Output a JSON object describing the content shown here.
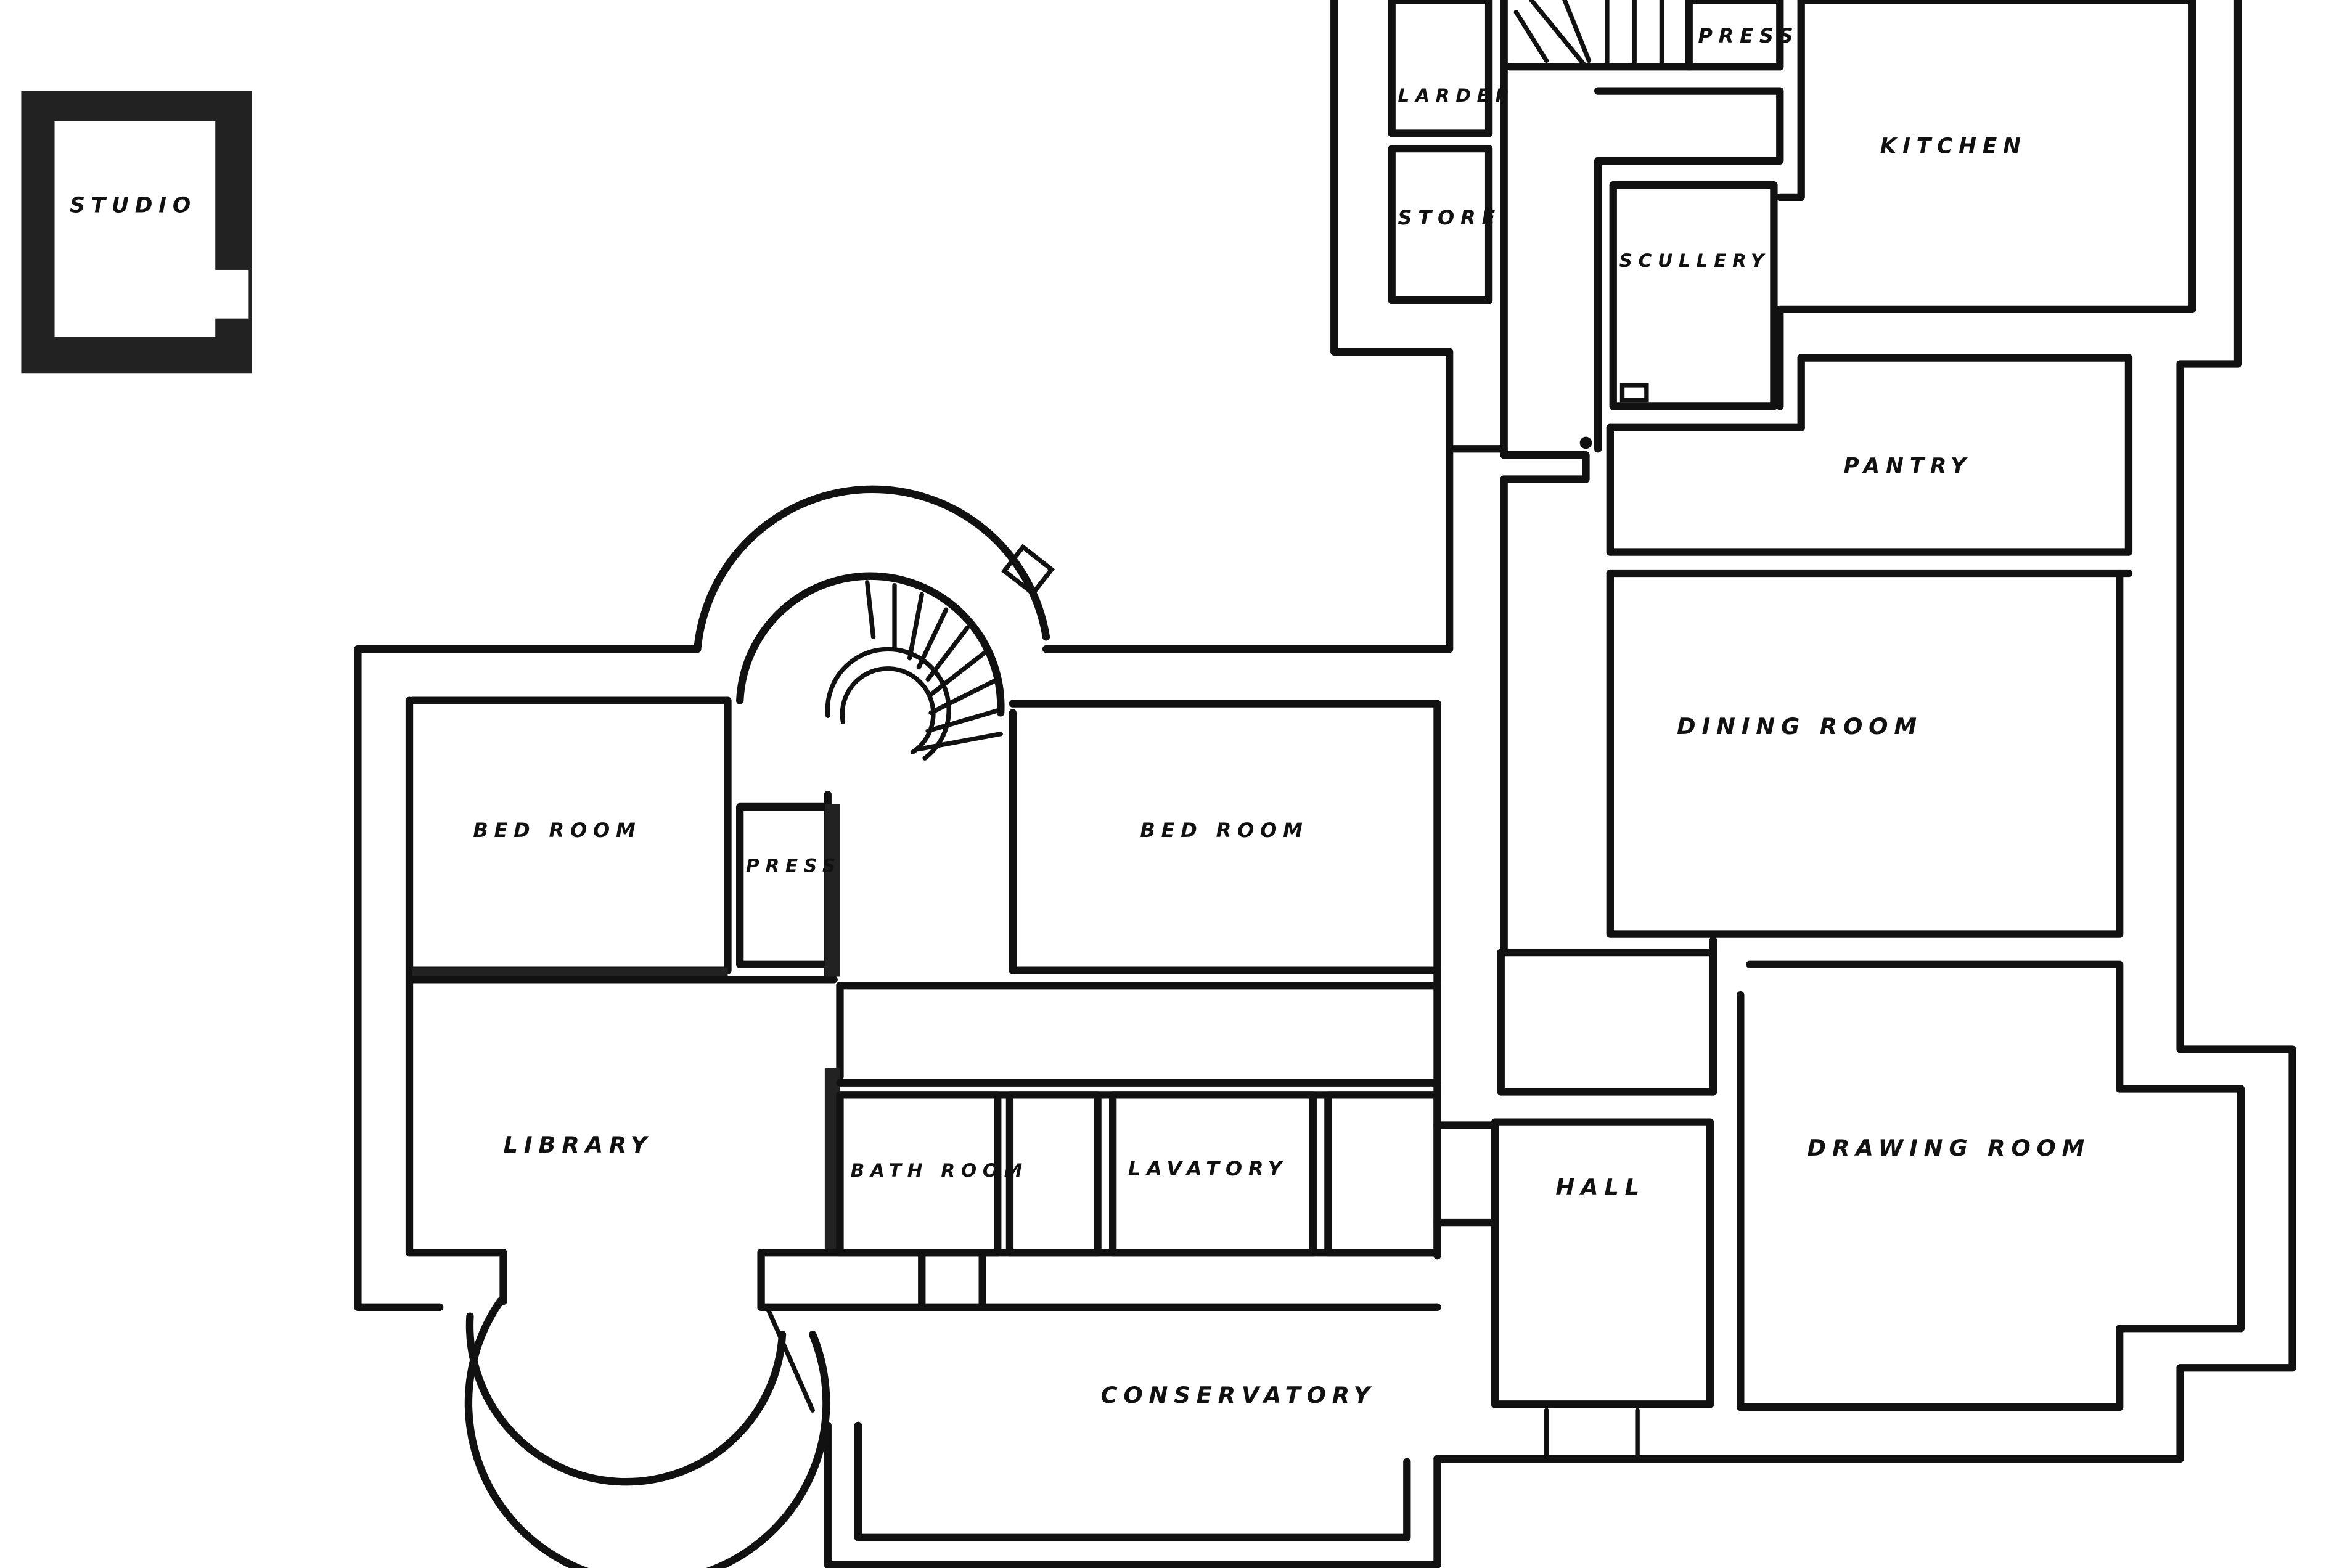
{
  "rooms": {
    "studio": "STUDIO",
    "press_top": "PRESS",
    "larder": "LARDER",
    "kitchen": "KITCHEN",
    "store": "STORE",
    "scullery": "SCULLERY",
    "pantry": "PANTRY",
    "dining_room": "DINING ROOM",
    "bed_room_left": "BED ROOM",
    "press_mid": "PRESS",
    "bed_room_right": "BED ROOM",
    "library": "LIBRARY",
    "bath_room": "BATH ROOM",
    "lavatory": "LAVATORY",
    "hall": "HALL",
    "drawing_room": "DRAWING ROOM",
    "conservatory": "CONSERVATORY"
  }
}
